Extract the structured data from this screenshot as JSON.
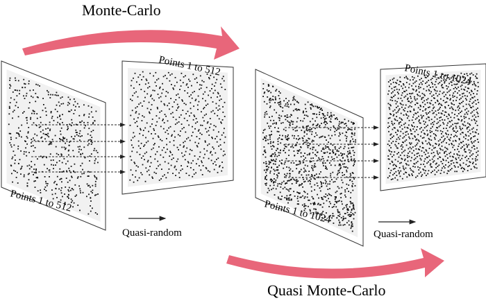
{
  "diagram": {
    "title_top": "Monte-Carlo",
    "title_bottom": "Quasi Monte-Carlo",
    "arrow_color": "#e8667a",
    "point_color": "#111111",
    "panel_fill": "#f1f1f1",
    "legend_label_left": "Quasi-random",
    "legend_label_right": "Quasi-random",
    "panels": [
      {
        "name": "mc-512",
        "label": "Points 1 to 512",
        "points": 512,
        "kind": "random"
      },
      {
        "name": "qmc-512",
        "label": "Points 1 to 512",
        "points": 512,
        "kind": "quasi"
      },
      {
        "name": "mc-1024",
        "label": "Points 1 to 1024",
        "points": 1024,
        "kind": "random"
      },
      {
        "name": "qmc-1024",
        "label": "Points 1 to 1024",
        "points": 1024,
        "kind": "quasi"
      }
    ]
  }
}
